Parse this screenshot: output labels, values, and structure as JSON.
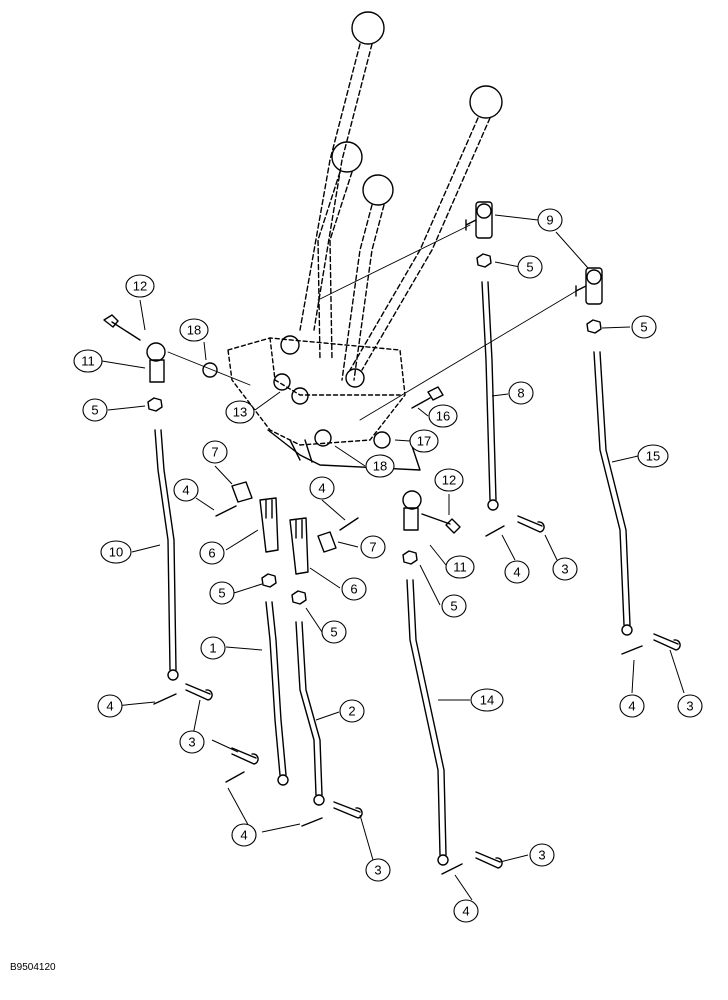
{
  "figure": {
    "code": "B9504120"
  },
  "callouts": [
    "12",
    "18",
    "11",
    "5",
    "13",
    "16",
    "17",
    "18",
    "12",
    "11",
    "5",
    "7",
    "4",
    "4",
    "7",
    "6",
    "6",
    "5",
    "5",
    "10",
    "1",
    "2",
    "3",
    "4",
    "4",
    "3",
    "14",
    "3",
    "4",
    "9",
    "5",
    "5",
    "8",
    "15",
    "4",
    "3",
    "4",
    "3"
  ]
}
